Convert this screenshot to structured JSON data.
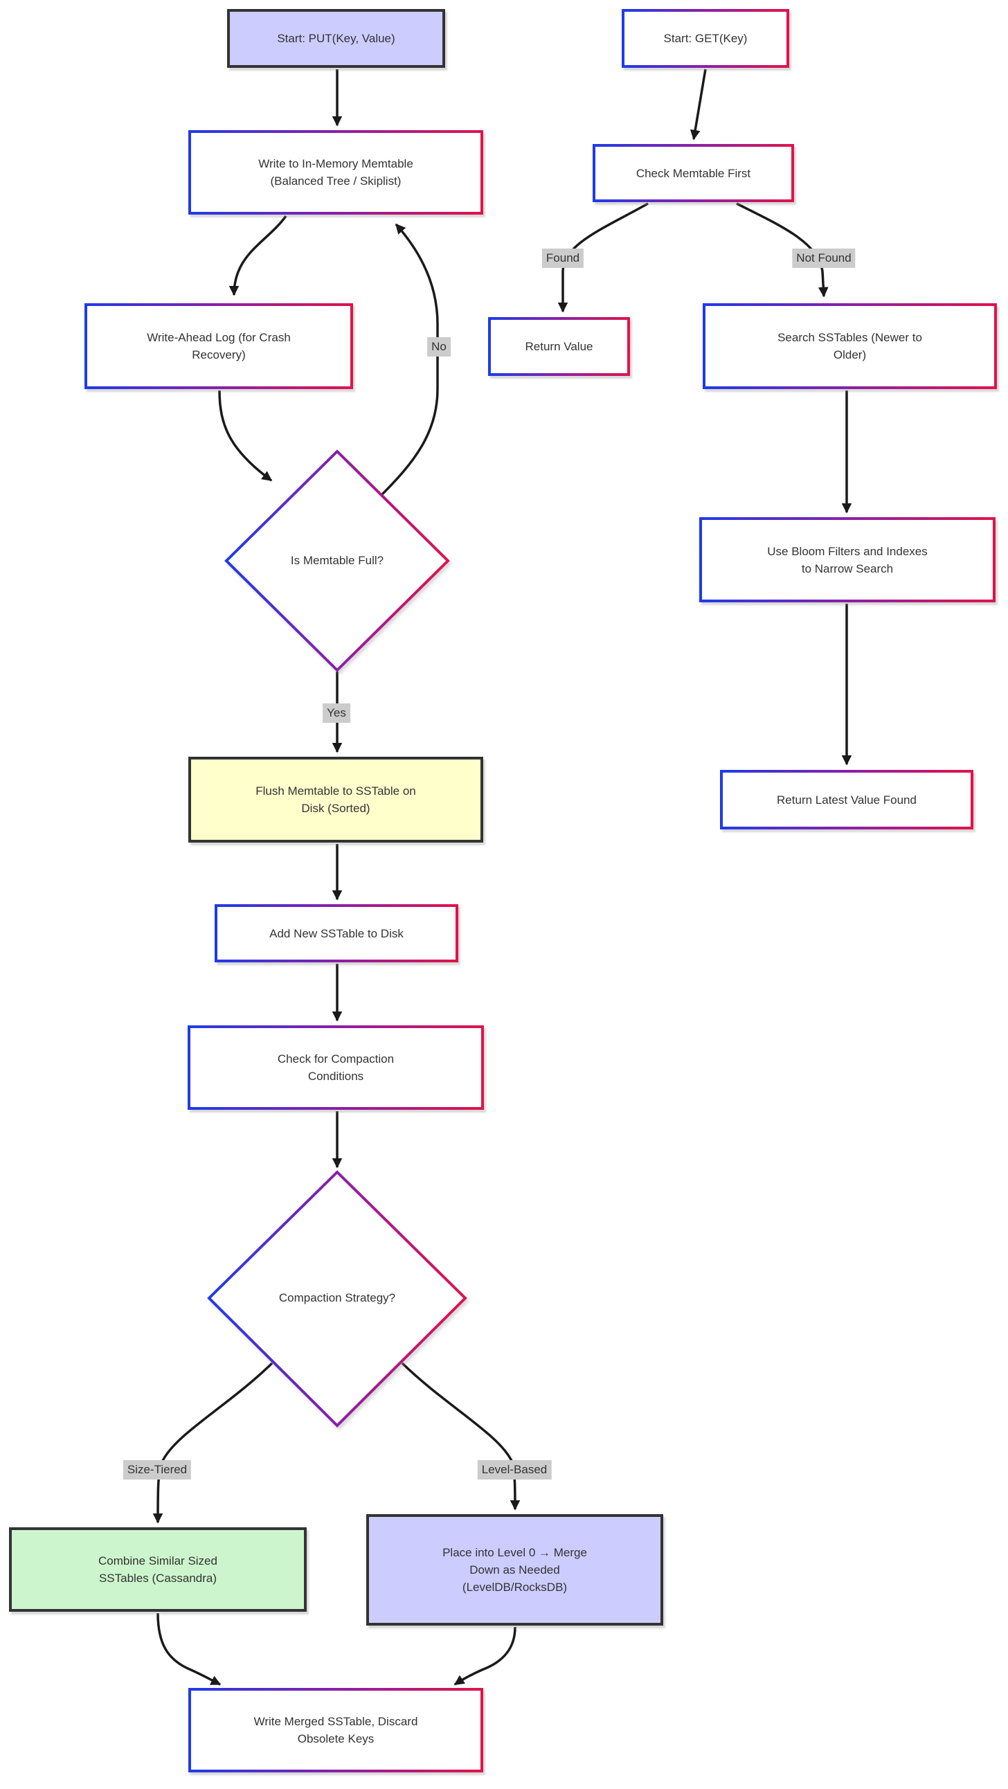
{
  "diagram": {
    "type": "flowchart-lsm-tree",
    "colors": {
      "gradient_border_start": "#1f3be8",
      "gradient_border_mid": "#8a1fa8",
      "gradient_border_end": "#e0134b",
      "dark_border": "#333333",
      "lavender_fill": "#ccccff",
      "yellow_fill": "#ffffcc",
      "green_fill": "#cdf5cd",
      "edge_label_bg": "#cccccc",
      "text": "#333333",
      "edge_stroke": "#1a1a1a",
      "node_fill": "#ffffff"
    },
    "nodes": {
      "put_start": {
        "label": "Start: PUT(Key, Value)",
        "shape": "rect",
        "style": "lavender-dark-border"
      },
      "memtable": {
        "label": "Write to In-Memory Memtable\n(Balanced Tree / Skiplist)",
        "shape": "rect",
        "style": "white-gradient-border"
      },
      "wal": {
        "label": "Write-Ahead Log (for Crash\nRecovery)",
        "shape": "rect",
        "style": "white-gradient-border"
      },
      "memtable_full": {
        "label": "Is Memtable Full?",
        "shape": "diamond",
        "style": "white-gradient-border"
      },
      "flush": {
        "label": "Flush Memtable to SSTable on\nDisk (Sorted)",
        "shape": "rect",
        "style": "yellow-dark-border"
      },
      "add_sstable": {
        "label": "Add New SSTable to Disk",
        "shape": "rect",
        "style": "white-gradient-border"
      },
      "check_compaction": {
        "label": "Check for Compaction\nConditions",
        "shape": "rect",
        "style": "white-gradient-border"
      },
      "compaction_strategy": {
        "label": "Compaction Strategy?",
        "shape": "diamond",
        "style": "white-gradient-border"
      },
      "size_tiered": {
        "label": "Combine Similar Sized\nSSTables (Cassandra)",
        "shape": "rect",
        "style": "green-dark-border"
      },
      "level_based": {
        "label": "Place into Level 0 → Merge\nDown as Needed\n(LevelDB/RocksDB)",
        "shape": "rect",
        "style": "lavender-dark-border"
      },
      "write_merged": {
        "label": "Write Merged SSTable, Discard\nObsolete Keys",
        "shape": "rect",
        "style": "white-gradient-border"
      },
      "get_start": {
        "label": "Start: GET(Key)",
        "shape": "rect",
        "style": "white-gradient-border"
      },
      "check_memtable": {
        "label": "Check Memtable First",
        "shape": "rect",
        "style": "white-gradient-border"
      },
      "return_value": {
        "label": "Return Value",
        "shape": "rect",
        "style": "white-gradient-border"
      },
      "search_sstables": {
        "label": "Search SSTables (Newer to\nOlder)",
        "shape": "rect",
        "style": "white-gradient-border"
      },
      "bloom_filters": {
        "label": "Use Bloom Filters and Indexes\nto Narrow Search",
        "shape": "rect",
        "style": "white-gradient-border"
      },
      "return_latest": {
        "label": "Return Latest Value Found",
        "shape": "rect",
        "style": "white-gradient-border"
      }
    },
    "edge_labels": {
      "no": "No",
      "yes": "Yes",
      "found": "Found",
      "not_found": "Not Found",
      "size_tiered": "Size-Tiered",
      "level_based": "Level-Based"
    },
    "edges": [
      {
        "from": "put_start",
        "to": "memtable"
      },
      {
        "from": "memtable",
        "to": "wal"
      },
      {
        "from": "wal",
        "to": "memtable_full"
      },
      {
        "from": "memtable_full",
        "to": "memtable",
        "label": "No"
      },
      {
        "from": "memtable_full",
        "to": "flush",
        "label": "Yes"
      },
      {
        "from": "flush",
        "to": "add_sstable"
      },
      {
        "from": "add_sstable",
        "to": "check_compaction"
      },
      {
        "from": "check_compaction",
        "to": "compaction_strategy"
      },
      {
        "from": "compaction_strategy",
        "to": "size_tiered",
        "label": "Size-Tiered"
      },
      {
        "from": "compaction_strategy",
        "to": "level_based",
        "label": "Level-Based"
      },
      {
        "from": "size_tiered",
        "to": "write_merged"
      },
      {
        "from": "level_based",
        "to": "write_merged"
      },
      {
        "from": "get_start",
        "to": "check_memtable"
      },
      {
        "from": "check_memtable",
        "to": "return_value",
        "label": "Found"
      },
      {
        "from": "check_memtable",
        "to": "search_sstables",
        "label": "Not Found"
      },
      {
        "from": "search_sstables",
        "to": "bloom_filters"
      },
      {
        "from": "bloom_filters",
        "to": "return_latest"
      }
    ]
  }
}
